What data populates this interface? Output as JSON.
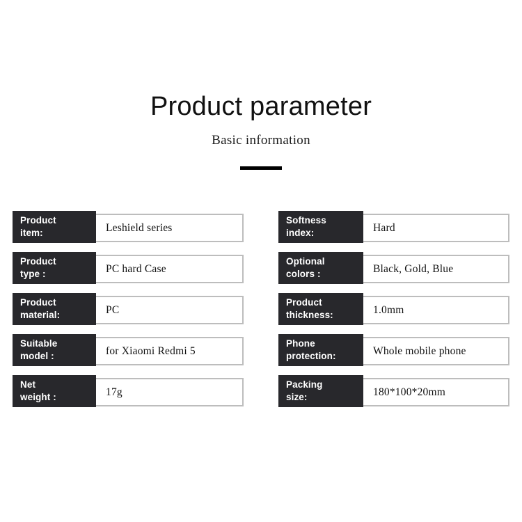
{
  "header": {
    "title": "Product parameter",
    "subtitle": "Basic information",
    "accent_color": "#000000"
  },
  "theme": {
    "label_bg": "#28282c",
    "label_text": "#ffffff",
    "value_bg": "#ffffff",
    "value_border": "#bdbdbd",
    "page_bg": "#ffffff"
  },
  "spec_table": {
    "left_column": [
      {
        "label": "Product\nitem:",
        "value": "Leshield series"
      },
      {
        "label": "Product\ntype :",
        "value": "PC hard Case"
      },
      {
        "label": "Product\nmaterial:",
        "value": "PC"
      },
      {
        "label": "Suitable\nmodel :",
        "value": "for Xiaomi Redmi 5"
      },
      {
        "label": "Net\nweight :",
        "value": "17g"
      }
    ],
    "right_column": [
      {
        "label": "Softness\nindex:",
        "value": "Hard"
      },
      {
        "label": "Optional\ncolors :",
        "value": "Black, Gold, Blue"
      },
      {
        "label": "Product\nthickness:",
        "value": "1.0mm"
      },
      {
        "label": "Phone\nprotection:",
        "value": "Whole mobile phone"
      },
      {
        "label": "Packing\nsize:",
        "value": "180*100*20mm"
      }
    ]
  }
}
